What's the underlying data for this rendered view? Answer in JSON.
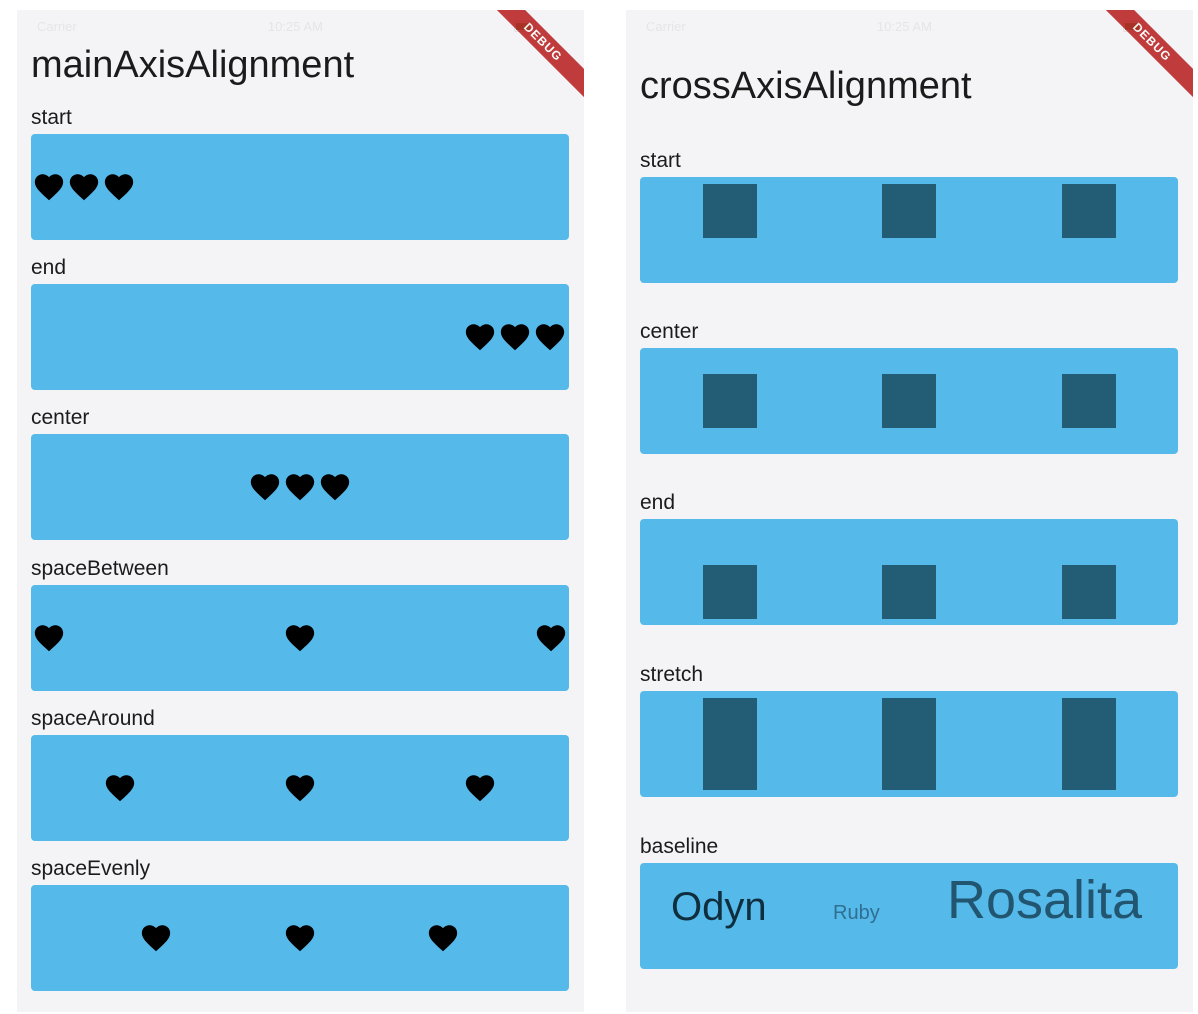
{
  "left": {
    "status_left": "Carrier",
    "status_time": "10:25 AM",
    "debug_label": "DEBUG",
    "title": "mainAxisAlignment",
    "sections": {
      "start": "start",
      "end": "end",
      "center": "center",
      "spaceBetween": "spaceBetween",
      "spaceAround": "spaceAround",
      "spaceEvenly": "spaceEvenly"
    }
  },
  "right": {
    "status_left": "Carrier",
    "status_time": "10:25 AM",
    "debug_label": "DEBUG",
    "title": "crossAxisAlignment",
    "sections": {
      "start": "start",
      "center": "center",
      "end": "end",
      "stretch": "stretch",
      "baseline": "baseline"
    },
    "baseline_words": {
      "odyn": "Odyn",
      "ruby": "Ruby",
      "rosalita": "Rosalita"
    }
  },
  "colors": {
    "row_background": "#55b9ea",
    "square": "#235d75",
    "heart": "#000000",
    "debug_banner": "#b71c1c"
  },
  "icons": {
    "heart": "heart-icon"
  }
}
